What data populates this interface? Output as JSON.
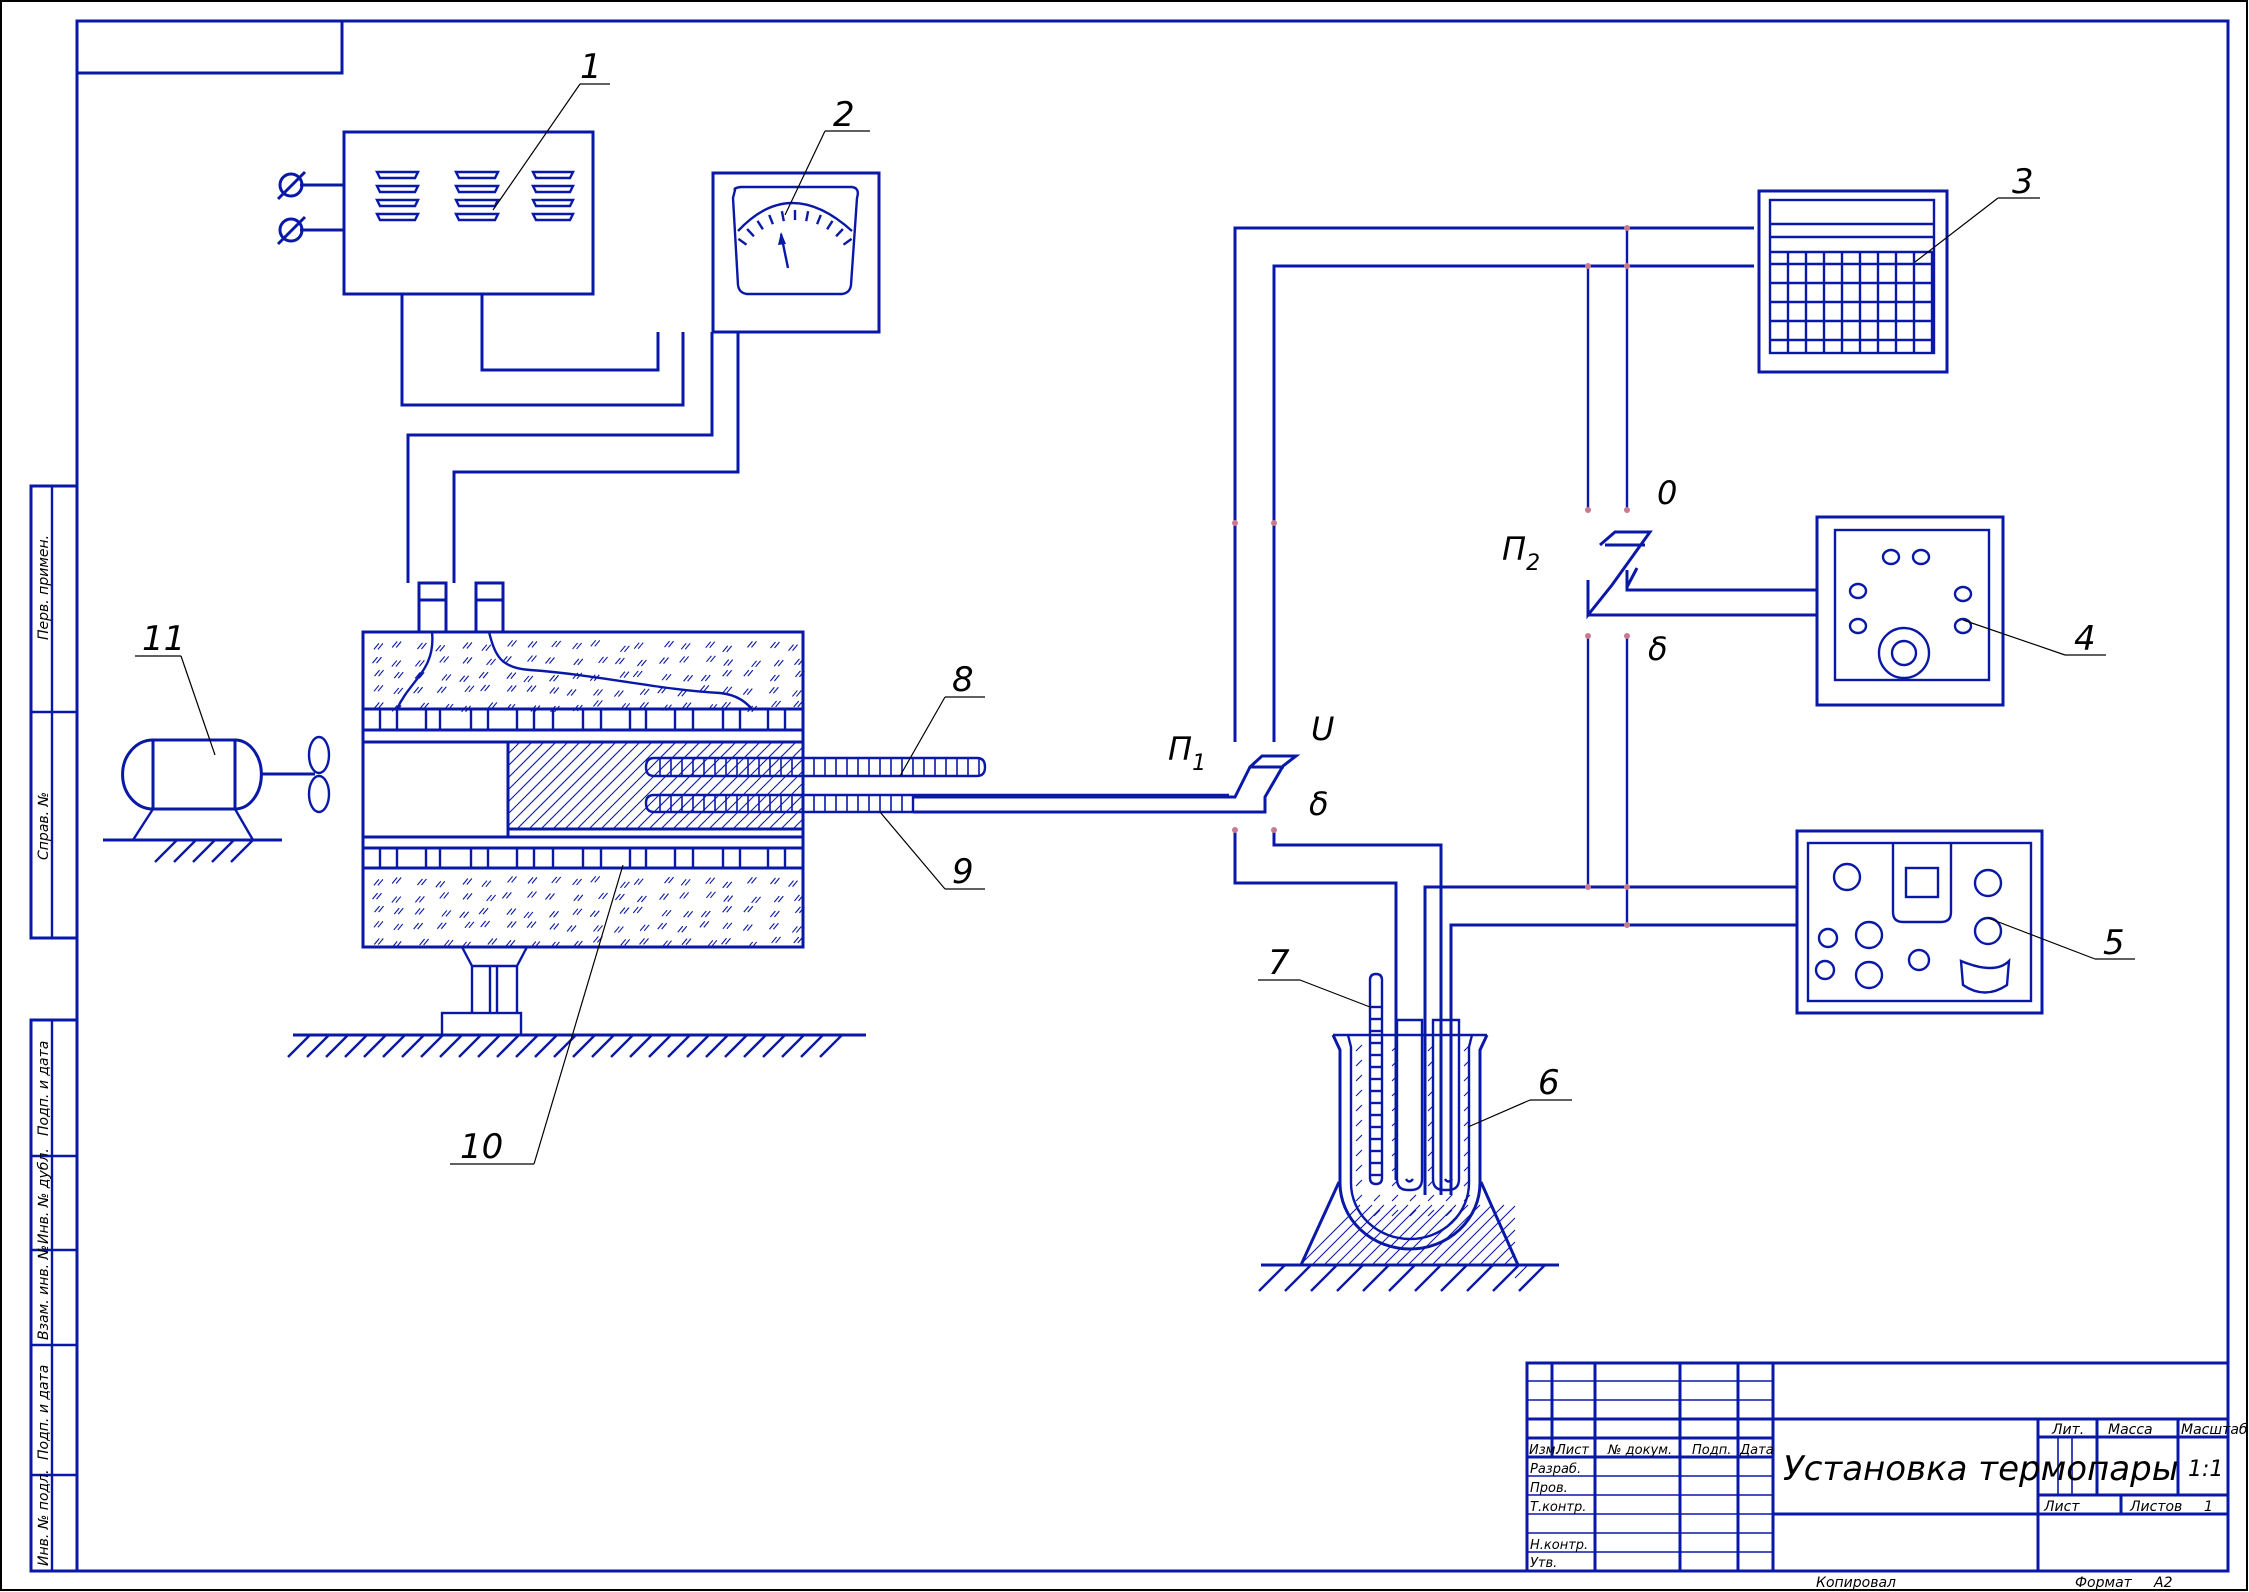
{
  "drawing": {
    "title": "Установка термопары",
    "format_label": "Формат",
    "format_value": "A2",
    "copied_label": "Копировал",
    "scale_label": "Масштаб",
    "scale_value": "1:1",
    "mass_label": "Масса",
    "lit_label": "Лит.",
    "sheet_label": "Лист",
    "sheets_label": "Листов",
    "sheets_value": "1"
  },
  "title_block": {
    "headers": [
      "Изм.",
      "Лист",
      "№ докум.",
      "Подп.",
      "Дата"
    ],
    "roles": [
      "Разраб.",
      "Пров.",
      "Т.контр.",
      "",
      "Н.контр.",
      "Утв."
    ]
  },
  "side_strip": {
    "labels": [
      "Перв. примен.",
      "Справ. №",
      "Подп. и дата",
      "Инв. № дубл.",
      "Взам. инв. №",
      "Подп. и дата",
      "Инв. № подл."
    ]
  },
  "callouts": {
    "c1": "1",
    "c2": "2",
    "c3": "3",
    "c4": "4",
    "c5": "5",
    "c6": "6",
    "c7": "7",
    "c8": "8",
    "c9": "9",
    "c10": "10",
    "c11": "11"
  },
  "switches": {
    "p1": {
      "name": "П",
      "sub": "1",
      "pos_top": "U",
      "pos_bottom": "δ"
    },
    "p2": {
      "name": "П",
      "sub": "2",
      "pos_top": "0",
      "pos_bottom": "δ"
    }
  },
  "colors": {
    "line": "#0a18a8",
    "node": "#c87a90",
    "text": "#000000"
  }
}
